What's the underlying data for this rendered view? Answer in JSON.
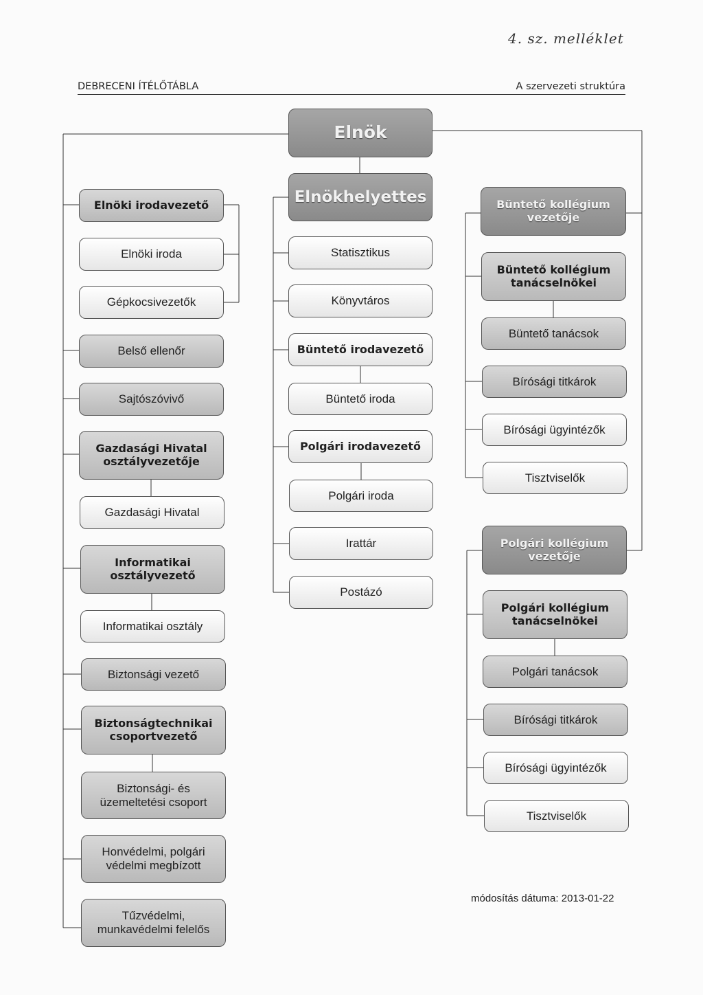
{
  "handwritten_note": "4. sz. melléklet",
  "header": {
    "left": "DEBRECENI ÍTÉLŐTÁBLA",
    "right": "A szervezeti struktúra"
  },
  "nodes": {
    "elnok": "Elnök",
    "elnokhelyettes": "Elnökhelyettes",
    "elnoki_irodavezeto": "Elnöki irodavezető",
    "elnoki_iroda": "Elnöki iroda",
    "gepkocsivezetok": "Gépkocsivezetők",
    "belso_ellenor": "Belső ellenőr",
    "sajtoszovivo": "Sajtószóvivő",
    "gazdasagi_vezeto": "Gazdasági Hivatal osztályvezetője",
    "gazdasagi_hivatal": "Gazdasági Hivatal",
    "informatikai_vezeto": "Informatikai osztályvezető",
    "informatikai_osztaly": "Informatikai osztály",
    "biztonsagi_vezeto": "Biztonsági vezető",
    "biztonsagtechnikai": "Biztonságtechnikai csoportvezető",
    "uzemeltetesi_csoport": "Biztonsági- és üzemeltetési csoport",
    "honvedelmi": "Honvédelmi, polgári védelmi megbízott",
    "tuzvedelmi": "Tűzvédelmi, munkavédelmi felelős",
    "statisztikus": "Statisztikus",
    "konyvtaros": "Könyvtáros",
    "bunteto_irodavezeto": "Büntető irodavezető",
    "bunteto_iroda": "Büntető iroda",
    "polgari_irodavezeto": "Polgári irodavezető",
    "polgari_iroda": "Polgári iroda",
    "irattar": "Irattár",
    "postazo": "Postázó",
    "bunteto_kollegium_vezeto": "Büntető kollégium vezetője",
    "bunteto_tanacselnokei": "Büntető kollégium tanácselnökei",
    "bunteto_tanacsok": "Büntető tanácsok",
    "b_birosagi_titkarok": "Bírósági titkárok",
    "b_birosagi_ugyintezok": "Bírósági ügyintézők",
    "b_tisztviselok": "Tisztviselők",
    "polgari_kollegium_vezeto": "Polgári kollégium vezetője",
    "polgari_tanacselnokei": "Polgári kollégium tanácselnökei",
    "polgari_tanacsok": "Polgári tanácsok",
    "p_birosagi_titkarok": "Bírósági titkárok",
    "p_birosagi_ugyintezok": "Bírósági ügyintézők",
    "p_tisztviselok": "Tisztviselők"
  },
  "footer": "módosítás dátuma: 2013-01-22"
}
